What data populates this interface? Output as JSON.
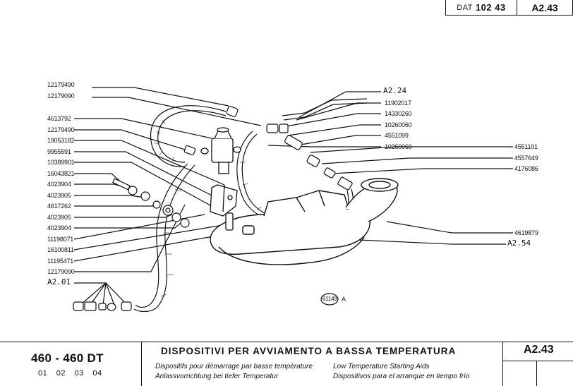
{
  "header": {
    "dat_prefix": "DAT",
    "dat_number": "102 43",
    "ref": "A2.43"
  },
  "labels_left": [
    "12179490",
    "12179090",
    "4613792",
    "12179490",
    "19053182",
    "9955591",
    "10389901",
    "16043821",
    "4023904",
    "4023905",
    "4617262",
    "4023905",
    "4023904",
    "11198071",
    "16100811",
    "11195471",
    "12179090",
    "A2.01"
  ],
  "labels_right": [
    "A2.24",
    "11902017",
    "14330260",
    "10260060",
    "4551099",
    "10260060",
    "4551101",
    "4557649",
    "4176086",
    "4619879",
    "A2.54"
  ],
  "figure_code": "61149",
  "figure_suffix": "A",
  "footer": {
    "model": "460 - 460 DT",
    "codes": "01  02  03  04",
    "title_it": "DISPOSITIVI PER AVVIAMENTO A BASSA TEMPERATURA",
    "title_fr": "Dispositifs pour démarrage par basse température",
    "title_de": "Anlassvorrichtung bei tiefer Temperatur",
    "title_en": "Low Temperature Starting Aids",
    "title_es": "Dispositivos para el arranque en tiempo frío",
    "ref": "A2.43"
  }
}
